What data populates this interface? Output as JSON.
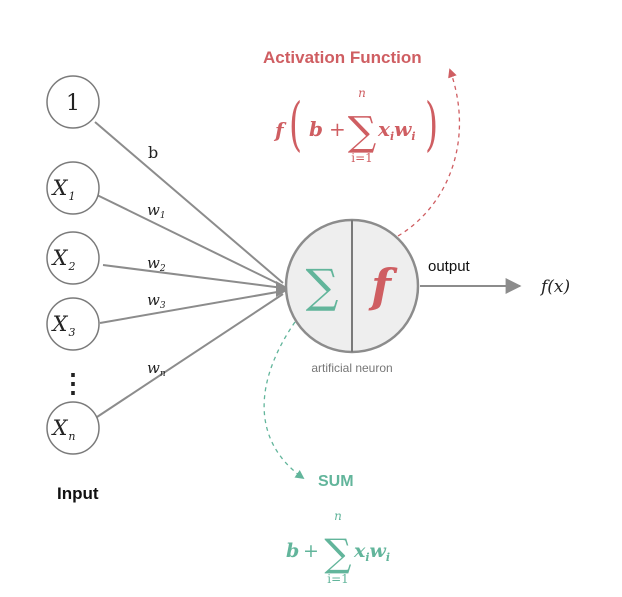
{
  "colors": {
    "activation": "#cf5e62",
    "sum": "#62b59b",
    "line": "#8c8c8c",
    "node_stroke": "#7a7a7a",
    "neuron_fill": "#eeeeee",
    "text": "#222222",
    "caption": "#777777"
  },
  "inputs": {
    "bias": "1",
    "x1_base": "X",
    "x1_sub": "1",
    "x2_base": "X",
    "x2_sub": "2",
    "x3_base": "X",
    "x3_sub": "3",
    "xn_base": "X",
    "xn_sub": "n",
    "ellipsis": "⋮",
    "label": "Input"
  },
  "weights": {
    "bias": "b",
    "w_base": "w",
    "w1_sub": "1",
    "w2_sub": "2",
    "w3_sub": "3",
    "wn_sub": "n"
  },
  "neuron": {
    "sum_symbol": "∑",
    "activation_symbol": "f",
    "caption": "artificial neuron"
  },
  "output": {
    "label": "output",
    "result": "f(x)"
  },
  "activation": {
    "title": "Activation Function",
    "f": "f",
    "open_paren": "(",
    "close_paren": ")",
    "b": "b",
    "plus": "+",
    "sigma": "∑",
    "upper": "n",
    "lower": "i=1",
    "x": "x",
    "x_sub": "i",
    "w": "w",
    "w_sub": "i"
  },
  "sum": {
    "title": "SUM",
    "b": "b",
    "plus": "+",
    "sigma": "∑",
    "upper": "n",
    "lower": "i=1",
    "x": "x",
    "x_sub": "i",
    "w": "w",
    "w_sub": "i"
  }
}
